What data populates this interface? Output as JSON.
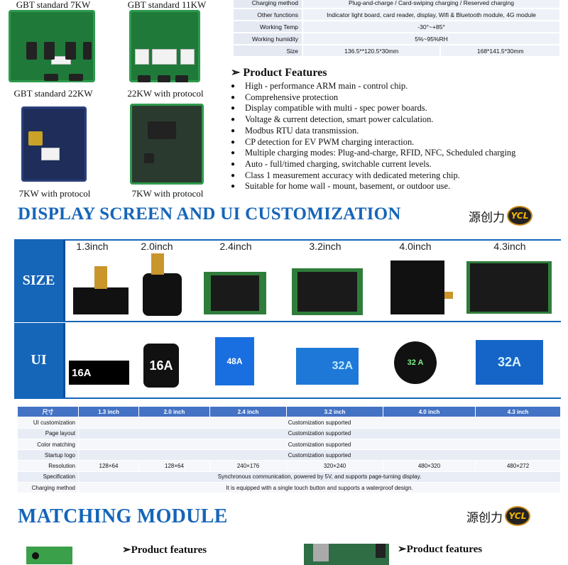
{
  "boards": {
    "captions_top_cut": [
      "GBT standard 7KW",
      "GBT standard 11KW"
    ],
    "captions": [
      "GBT standard 22KW",
      "22KW with protocol",
      "7KW with protocol",
      "7KW with protocol"
    ]
  },
  "spec_table": {
    "rows": [
      {
        "label": "Charging method",
        "value": "Plug-and-charge / Card-swiping charging / Reserved charging"
      },
      {
        "label": "Other functions",
        "value": "Indicator light board, card reader, display, Wifi & Bluetooth module, 4G module"
      },
      {
        "label": "Working Temp",
        "value": "-30°~+85°"
      },
      {
        "label": "Working humidity",
        "value": "5%~95%RH"
      }
    ],
    "size": {
      "label": "Size",
      "values": [
        "136.5**120.5*30mm",
        "168*141.5*30mm"
      ]
    }
  },
  "features": {
    "title": "Product Features",
    "items": [
      "High - performance ARM main - control chip.",
      "Comprehensive protection",
      "Display compatible with multi - spec power boards.",
      "Voltage & current detection, smart power calculation.",
      "Modbus RTU data transmission.",
      "CP detection for EV PWM charging interaction.",
      "Multiple charging modes: Plug-and-charge, RFID, NFC, Scheduled charging",
      "Auto - full/timed charging, switchable current levels.",
      "Class 1 measurement accuracy with dedicated metering chip.",
      "Suitable for home wall - mount, basement, or outdoor use."
    ]
  },
  "display_section": {
    "title": "DISPLAY SCREEN AND UI CUSTOMIZATION",
    "logo_text": "源创力",
    "logo_mark": "YCL",
    "size_label": "SIZE",
    "ui_label": "UI",
    "sizes": [
      "1.3inch",
      "2.0inch",
      "2.4inch",
      "3.2inch",
      "4.0inch",
      "4.3inch"
    ],
    "ui_samples": [
      "16A",
      "16A",
      "48A",
      "32A",
      "32 A",
      "32A"
    ]
  },
  "display_table": {
    "headers": [
      "尺寸",
      "1.3 inch",
      "2.0 inch",
      "2.4 inch",
      "3.2 inch",
      "4.0 inch",
      "4.3 inch"
    ],
    "merged_rows": [
      {
        "label": "UI customization",
        "value": "Customization supported"
      },
      {
        "label": "Page layout",
        "value": "Customization supported"
      },
      {
        "label": "Color matching",
        "value": "Customization supported"
      },
      {
        "label": "Startup logo",
        "value": "Customization supported"
      }
    ],
    "resolution": {
      "label": "Resolution",
      "values": [
        "128×64",
        "128×64",
        "240×176",
        "320×240",
        "480×320",
        "480×272"
      ]
    },
    "specification": {
      "label": "Specification",
      "value": "Synchronous communication, powered by 5V, and supports page-turning display."
    },
    "charging": {
      "label": "Charging method",
      "value": "It is equipped with a single touch button and supports a waterproof design."
    }
  },
  "matching": {
    "title": "MATCHING MODULE",
    "logo_text": "源创力",
    "feature_titles": [
      "Product features",
      "Product features"
    ]
  },
  "colors": {
    "brand_blue": "#1565b8",
    "table_header": "#4472c4"
  }
}
